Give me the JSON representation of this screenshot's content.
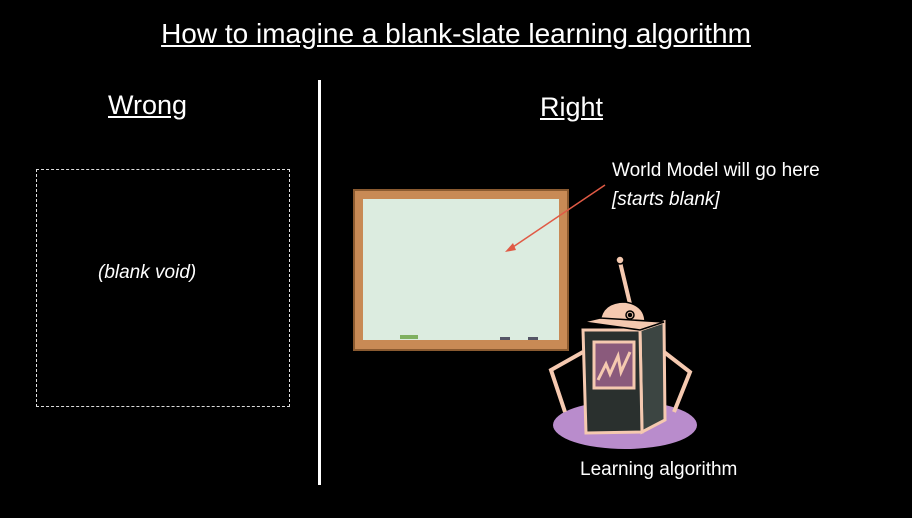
{
  "title": "How to imagine a blank-slate learning algorithm",
  "left": {
    "heading": "Wrong",
    "box_label": "(blank void)"
  },
  "right": {
    "heading": "Right",
    "annotation_line1": "World Model will go here",
    "annotation_line2": "[starts blank]",
    "robot_label": "Learning algorithm"
  },
  "colors": {
    "frame": "#c88a55",
    "board": "#dcece0",
    "robot_skin": "#f5c9b0",
    "robot_body": "#3c4542",
    "screen": "#8a5a7c",
    "shadow": "#b98ccc",
    "arrow": "#e05a45"
  }
}
